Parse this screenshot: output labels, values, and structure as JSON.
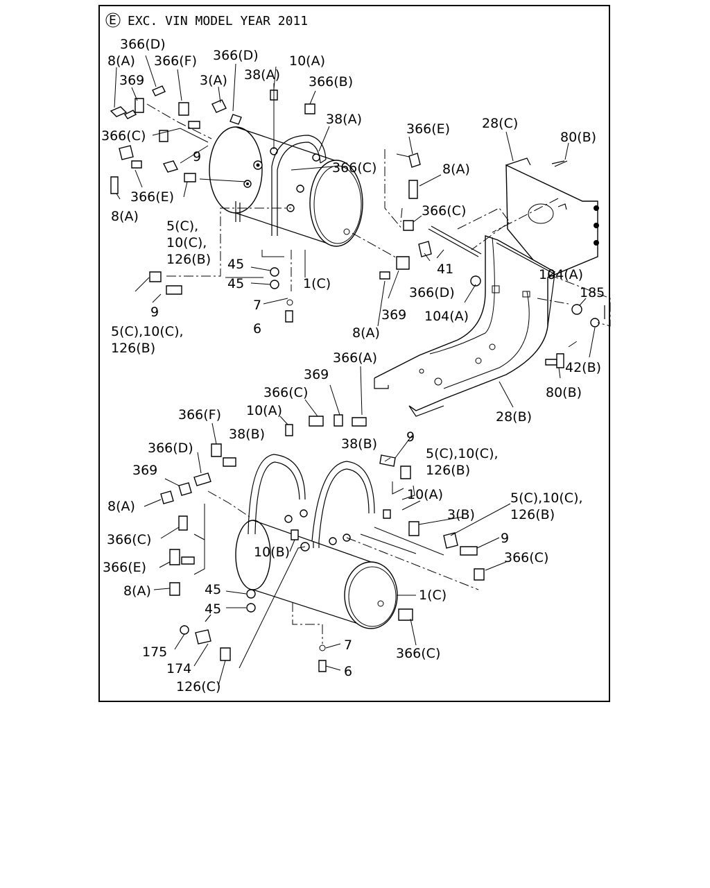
{
  "header": {
    "marker": "E",
    "title": "EXC. VIN MODEL YEAR 2011"
  },
  "labels": {
    "l366d_1": "366(D)",
    "l8a_1": "8(A)",
    "l366f_1": "366(F)",
    "l366d_2": "366(D)",
    "l10a_1": "10(A)",
    "l369_1": "369",
    "l3a_1": "3(A)",
    "l38a_1": "38(A)",
    "l366b_1": "366(B)",
    "l38a_2": "38(A)",
    "l366c_1": "366(C)",
    "l9_1": "9",
    "l366c_2": "366(C)",
    "l366e_1": "366(E)",
    "l8a_2": "8(A)",
    "l5c_1a": "5(C),",
    "l5c_1b": "10(C),",
    "l5c_1c": "126(B)",
    "l45_1": "45",
    "l45_2": "45",
    "l1c_1": "1(C)",
    "l7_1": "7",
    "l6_1": "6",
    "l9_2": "9",
    "l5c_2a": "5(C),10(C),",
    "l5c_2b": "126(B)",
    "l366e_2": "366(E)",
    "l28c": "28(C)",
    "l80b_1": "80(B)",
    "l8a_3": "8(A)",
    "l366c_3": "366(C)",
    "l41": "41",
    "l366d_3": "366(D)",
    "l104a_1": "104(A)",
    "l104a_2": "104(A)",
    "l185": "185",
    "l369_2": "369",
    "l8a_4": "8(A)",
    "l42b": "42(B)",
    "l80b_2": "80(B)",
    "l28b": "28(B)",
    "l366a": "366(A)",
    "l369_3": "369",
    "l366c_4": "366(C)",
    "l10a_2": "10(A)",
    "l366f_2": "366(F)",
    "l38b_1": "38(B)",
    "l38b_2": "38(B)",
    "l9_3": "9",
    "l366d_4": "366(D)",
    "l5c_3a": "5(C),10(C),",
    "l5c_3b": "126(B)",
    "l369_4": "369",
    "l10a_3": "10(A)",
    "l8a_5": "8(A)",
    "l3b": "3(B)",
    "l5c_4a": "5(C),10(C),",
    "l5c_4b": "126(B)",
    "l366c_5": "366(C)",
    "l10b": "10(B)",
    "l9_4": "9",
    "l366e_3": "366(E)",
    "l366c_6": "366(C)",
    "l8a_6": "8(A)",
    "l45_3": "45",
    "l45_4": "45",
    "l1c_2": "1(C)",
    "l175": "175",
    "l7_2": "7",
    "l174": "174",
    "l6_2": "6",
    "l126c": "126(C)",
    "l366c_7": "366(C)"
  }
}
